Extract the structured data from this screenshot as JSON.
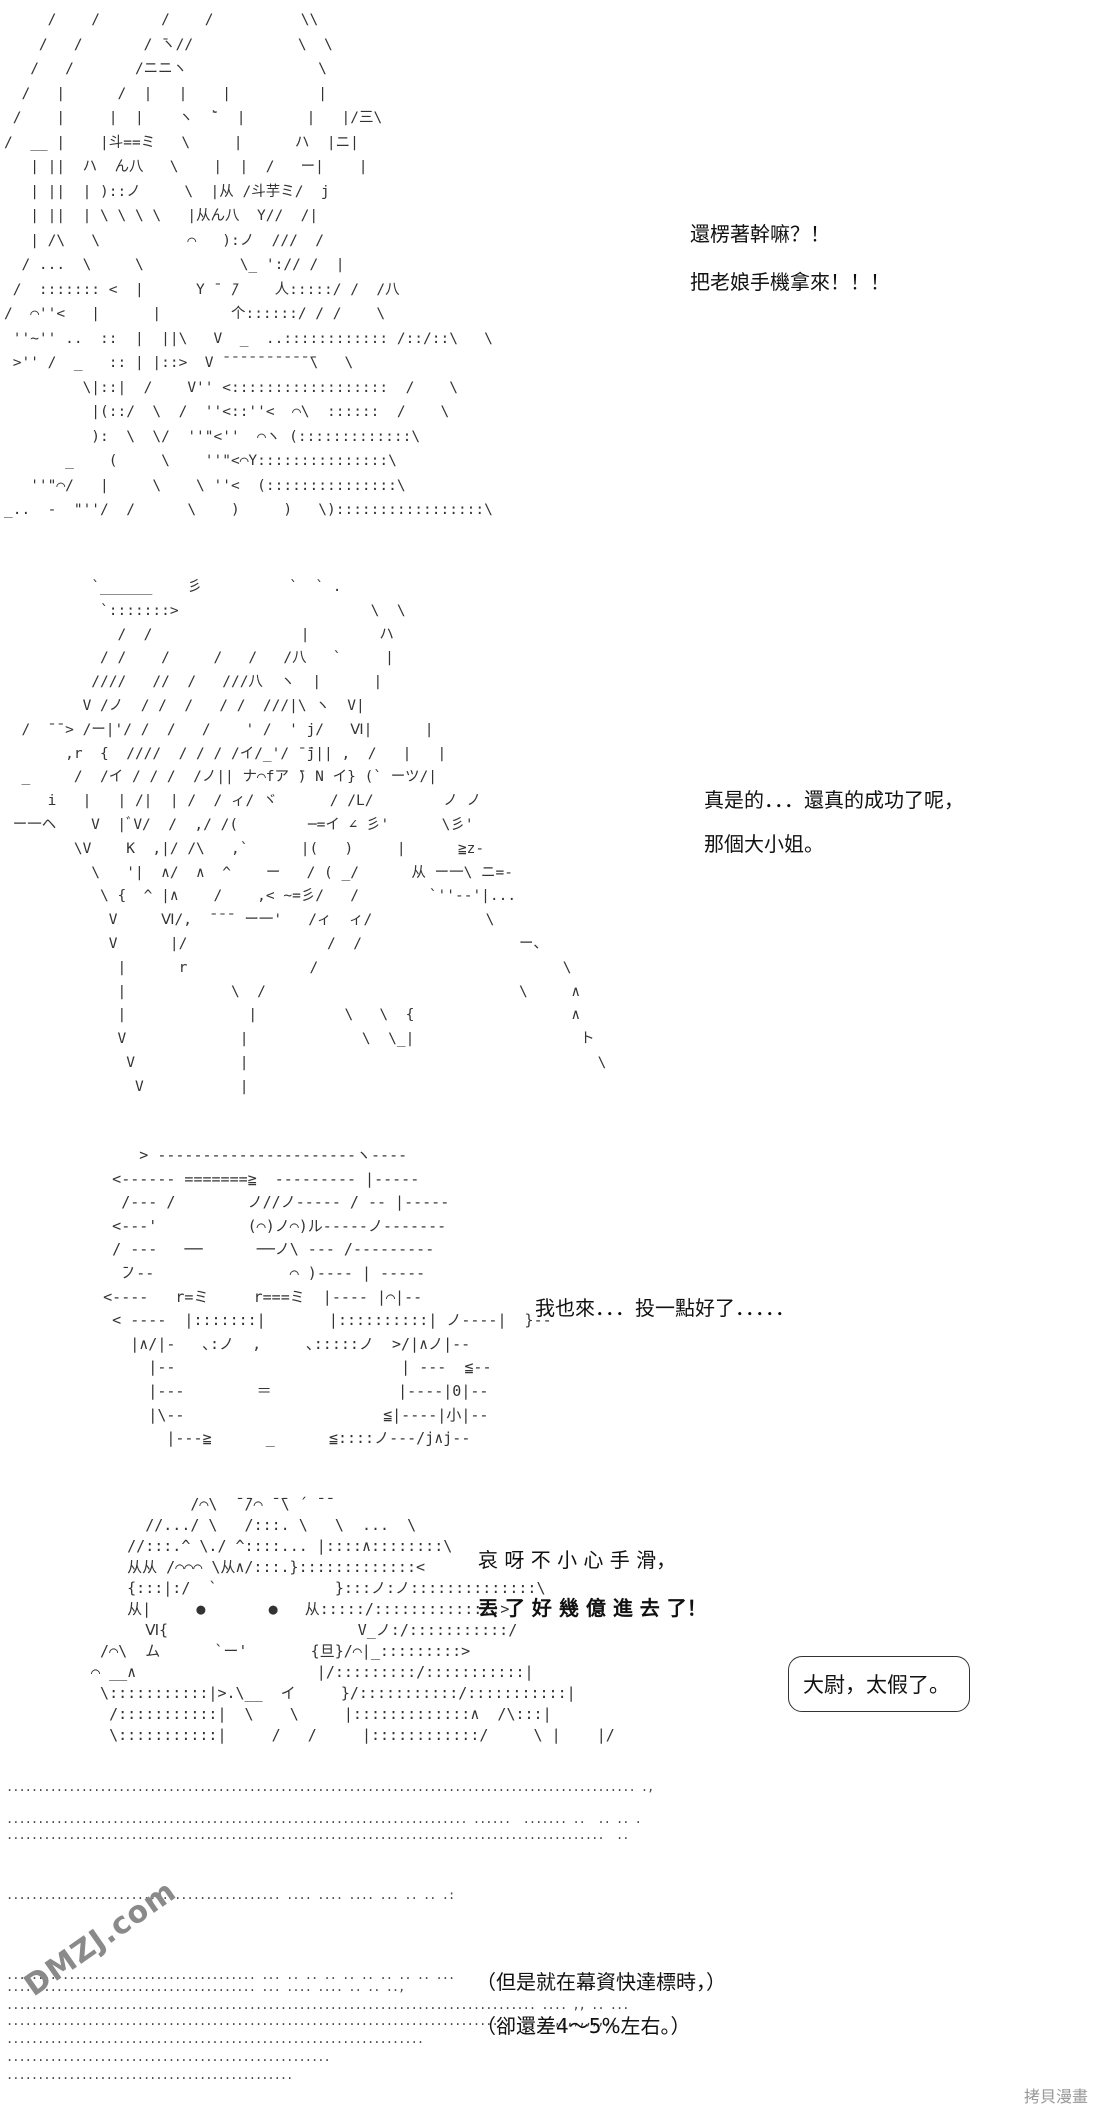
{
  "panel1": {
    "art": "     /    /       /    /          \\\\\n    /   /       / ̄ヽ//            \\  \\\n   /   /       /ニニヽ               \\\n  /   |      /  |   |    |          |\n /    |     |  |    ヽ  ̄`  |       |   |/三\\\n/  __ |    |斗==ミ   \\     |      ハ  |ニ|\n   | ||  ハ  ん八   \\    |  |  /   ー|    |\n   | ||  | )::ノ     \\  |从 /斗芋ミ/  j\n   | ||  | \\ \\ \\ \\   |从ん八  Y//  /|\n   | /\\   \\          ⌒   ):ノ  ///  /\n  / ...  \\     \\           \\_ ':// /  |\n /  ::::::: <  |      Y ̄  ̄/    人:::::/ /  /八\n/  ⌒''<   |      |        个::::::/ / /    \\\n ''~'' ..  ::  |  ||\\   V  _  ..:::::::::::: /::/::\\   \\\n >'' /  _   :: | |::>  V ̄ ̄ ̄ ̄ ̄ ̄ ̄ ̄ ̄ ̄ ̄\\   \\\n         \\|::|  /    V'' <::::::::::::::::::  /    \\\n          |(::/  \\  /  ''<::''<  ⌒\\  ::::::  /    \\\n          ):  \\  \\/  ''\"<''  ⌒ヽ (:::::::::::::\\\n       _    (     \\    ''\"<⌒Y:::::::::::::::\\\n   ''\"⌒/   |     \\    \\ ''<  (:::::::::::::::\\\n_..  -  \"''/  /      \\    )     )   \\):::::::::::::::::\\",
    "lines": [
      "還楞著幹嘛？！",
      "把老娘手機拿來！！！"
    ]
  },
  "panel2": {
    "art": "          `______    彡          `  ` .\n           `:::::::>                      \\  \\\n             /  /                 |        ハ\n           / /    /     /   /   /八   `     |\n          ////   //  /   ///八  ヽ  |      |\n         V /ノ  / /  /   / /  ///|\\ ヽ  V|\n  /  ̄ ̄ > /ー|'/ /  /   /    ' /  ' j/   Ⅵ|      |\n       ,r  {  ////  / / / /イ/_'/ ̄ ̄j|| ,  /   |   |\n  _     /  /イ / / /  /ノ|| ナ⌒fア ̄) N イ} (` ーツ/|\n     i   |   | /|  | /  / ィ/ ヾ      / /L/        ノ ノ\n ー一ヘ    V  |ﾞV/  /  ,/ /(        ─=イ ∠ 彡'      \\彡'\n        \\V    K  ,|/ /\\   ,`      |(   )     |      ≧z-\n          \\   '|  ∧/  ∧  ^    ー   / ( _/      从 ー一\\ ニ=-\n           \\ {  ^ |∧    /    ,< ~=彡/   /        `''--'|...\n            V     Ⅵ/,  ̄ ̄ ̄  ー一'   /ィ  ィ/             \\\n            V      |/                /  /                  ー、\n             |      r              /                            \\\n             |            \\  /                             \\     ∧\n             |              |          \\   \\  {                  ∧\n             V             |             \\  \\_|                   ト\n              V            |                                        \\\n               V           |",
    "lines": [
      "真是的．．．還真的成功了呢，",
      "那個大小姐。"
    ]
  },
  "panel3": {
    "art": "         > ----------------------ヽ----\n      <------ =======≧  --------- |-----\n       /--- /        ノ//ノ----- / -- |-----\n      <---'          (⌒)ノ⌒)ル-----ノ-------\n      / ---   ──      ──ノ\\ --- /---------\n       ̄ノ--               ⌒ )---- | -----\n     <----   r=ミ     r===ミ  |---- |⌒|--\n      < ----  |:::::::|       |::::::::::| ノ----|  }--\n        |∧/|-   ､:ノ  ,     ､:::::ノ  >/|∧ノ|--\n          |--                         | ---  ≦--\n          |---        ＝              |----|0|--\n          |\\--                      ≦|----|小|--\n            |---≧      _      ≦::::ノ---/j∧j--",
    "lines": [
      "我也來．．．投一點好了．．．．．"
    ]
  },
  "panel4": {
    "art": "            /⌒\\  ̄ ̄/⌒ ̄ ̄\\ ´ ̄ ̄\n       //.../ \\   /:::. \\   \\  ...  \\\n     //:::.^ \\./ ^::::... |::::∧::::::::\\\n     从从 /⌒⌒⌒ \\从∧/:::.}:::::::::::::<\n     {:::|:/  `             }:::ノ:ノ::::::::::::::\\\n     从|     ●       ●   从:::::/::::::::::::::>\n       Ⅵ{                     V_ノ:/:::::::::::/\n  /⌒\\  ム      `ー'       {旦}/⌒|_:::::::::>\n ⌒ __∧                    |/:::::::::/:::::::::::|\n  \\:::::::::::|>.\\__  イ     }/:::::::::::/:::::::::::|\n   /:::::::::::|  \\    \\     |:::::::::::::∧  /\\:::|\n   \\:::::::::::|     /   /     |::::::::::::/     \\ |    |/",
    "lines": [
      "哀 呀 不 小 心 手 滑，",
      "丟 了 好 幾 億 進 去 了！"
    ],
    "bubble": "大尉，太假了。"
  },
  "panel5": {
    "dots": [
      "..................................................................................................... .,",
      ".......................................................................... ......  ....... ..  .. .. .",
      "................................................................................................  ..",
      "............................................ .... .... .... ... .. .. .:",
      "........................................ ... .. .. .. .. .. .. .. .. ...",
      "........................................ ... .... .... .. .. ..,",
      "..................................................................................... .... ,, .. ...",
      "..................................................................................... ..,,,,,,,,,,",
      "...................................................................",
      "....................................................",
      ".............................................."
    ],
    "lines": [
      "（但是就在幕資快達標時，）",
      "（卻還差4～5%左右。）"
    ]
  },
  "watermarks": {
    "left": "DMZJ.com",
    "right": "拷貝漫畫"
  }
}
